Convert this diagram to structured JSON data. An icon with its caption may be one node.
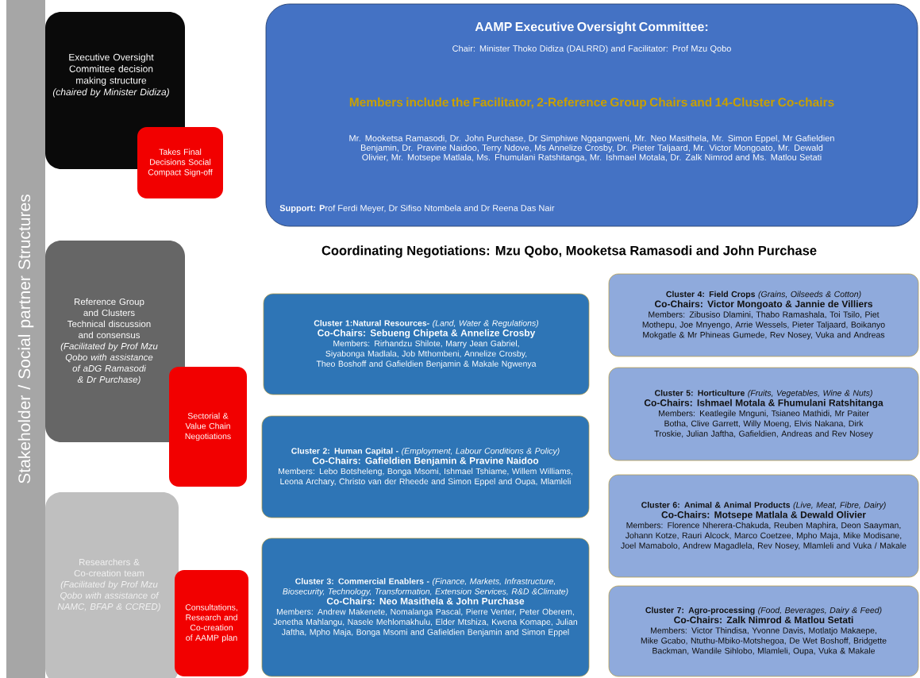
{
  "diagram": {
    "title": "Coordinating Negotiations: Mzu Qobo, Mooketsa Ramasodi and John Purchase",
    "nodes": [
      {
        "text": [
          "Stakeholder / Social partner Structures"
        ]
      },
      {
        "text": [
          "Executive Oversight Committee decision making structure",
          "(chaired by Minister Didiza)"
        ]
      },
      {
        "text": [
          "Takes Final Decisions Social Compact Sign-off"
        ]
      },
      {
        "text": [
          "Reference Group and Clusters",
          "Technical discussion and consensus",
          "(Facilitated by Prof Mzu Qobo with assistance of aDG Ramasodi & Dr Purchase)"
        ]
      },
      {
        "text": [
          "Sectorial & Value Chain Negotiations"
        ]
      },
      {
        "text": [
          "Researchers & Co-creation team",
          "(Facilitated by Prof Mzu Qobo with assistance of NAMC, BFAP & CCRED)"
        ]
      },
      {
        "text": [
          "Consultations, Research and Co-creation of AAMP plan"
        ]
      },
      {
        "text": [
          "AAMP Executive Oversight Committee:",
          "Chair: Minister Thoko Didiza (DALRRD) and Facilitator: Prof Mzu Qobo",
          "Members include the Facilitator, 2-Reference Group Chairs and 14-Cluster Co-chairs",
          "Mr. Mooketsa Ramasodi, Dr. John Purchase, Dr Simphiwe Ngqangweni, Mr. Neo Masithela, Mr. Simon Eppel, Mr Gafieldien Benjamin, Dr. Pravine Naidoo, Terry Ndove, Ms Annelize Crosby, Dr. Pieter Taljaard, Mr. Victor Mongoato, Mr. Dewald Olivier, Mr. Motsepe Matlala, Ms. Fhumulani Ratshitanga, Mr. Ishmael Motala, Dr. Zalk Nimrod and Ms. Matlou Setati",
          "**Support: P**rof Ferdi Meyer, Dr Sifiso Ntombela and Dr Reena Das Nair"
        ]
      },
      {
        "text": [
          "**Cluster 1:Natural Resources-** *(Land, Water & Regulations)*",
          "Co-Chairs: Sebueng Chipeta & Annelize Crosby",
          "Members: Rirhandzu Shilote, Marry Jean Gabriel, Siyabonga Madlala, Job Mthombeni, Annelize Crosby, Theo Boshoff and Gafieldien Benjamin & Makale Ngwenya"
        ]
      },
      {
        "text": [
          "**Cluster 2: Human Capital -** *(Employment, Labour Conditions & Policy)*",
          "Co-Chairs: Gafieldien Benjamin & Pravine Naidoo",
          "Members: Lebo Botsheleng, Bonga Msomi, Ishmael Tshiame, Willem Williams, Leona Archary, Christo van der Rheede and Simon Eppel and Oupa, Mlamleli"
        ]
      },
      {
        "text": [
          "**Cluster 3: Commercial Enablers -** *(Finance, Markets, Infrastructure, Biosecurity, Technology, Transformation, Extension Services, R&D &Climate)*",
          "Co-Chairs: Neo Masithela & John Purchase",
          "Members: Andrew Makenete, Nomalanga Pascal, Pierre Venter, Peter Oberem, Jenetha Mahlangu, Nasele Mehlomakhulu, Elder Mtshiza, Kwena Komape, Julian Jaftha, Mpho Maja, Bonga Msomi and Gafieldien Benjamin and Simon Eppel"
        ]
      },
      {
        "text": [
          "**Cluster 4: Field Crops** *(Grains, Oilseeds & Cotton)*",
          "Co-Chairs: Victor Mongoato & Jannie de Villiers",
          "Members: Zibusiso Dlamini, Thabo Ramashala, Toi Tsilo, Piet Mothepu, Joe Mnyengo, Arrie Wessels, Pieter Taljaard, Boikanyo Mokgatle & Mr Phineas Gumede, Rev Nosey, Vuka and Andreas"
        ]
      },
      {
        "text": [
          "**Cluster 5: Horticulture** *(Fruits, Vegetables, Wine & Nuts)*",
          "Co-Chairs: Ishmael Motala & Fhumulani Ratshitanga",
          "Members: Keatlegile Mnguni, Tsianeo Mathidi, Mr Paiter Botha, Clive Garrett, Willy Moeng, Elvis Nakana, Dirk Troskie, Julian Jaftha, Gafieldien, Andreas and Rev Nosey"
        ]
      },
      {
        "text": [
          "**Cluster 6: Animal & Animal Products** *(Live, Meat, Fibre, Dairy)*",
          "Co-Chairs: Motsepe Matlala & Dewald Olivier",
          "Members: Florence Nherera-Chakuda, Reuben Maphira, Deon Saayman, Johann Kotze, Rauri Alcock, Marco Coetzee, Mpho Maja, Mike Modisane, Joel Mamabolo, Andrew Magadlela, Rev Nosey, Mlamleli and Vuka / Makale"
        ]
      },
      {
        "text": [
          "**Cluster 7: Agro-processing** *(Food, Beverages, Dairy & Feed)*",
          "Co-Chairs: Zalk Nimrod & Matlou Setati",
          "Members: Victor Thindisa, Yvonne Davis, Motlatjo Makaepe, Mike Gcabo, Ntuthu-Mbiko-Motshegoa, De Wet Boshoff, Bridgette Backman, Wandile Sihlobo, Mlamleli, Oupa, Vuka & Makale"
        ]
      }
    ]
  }
}
